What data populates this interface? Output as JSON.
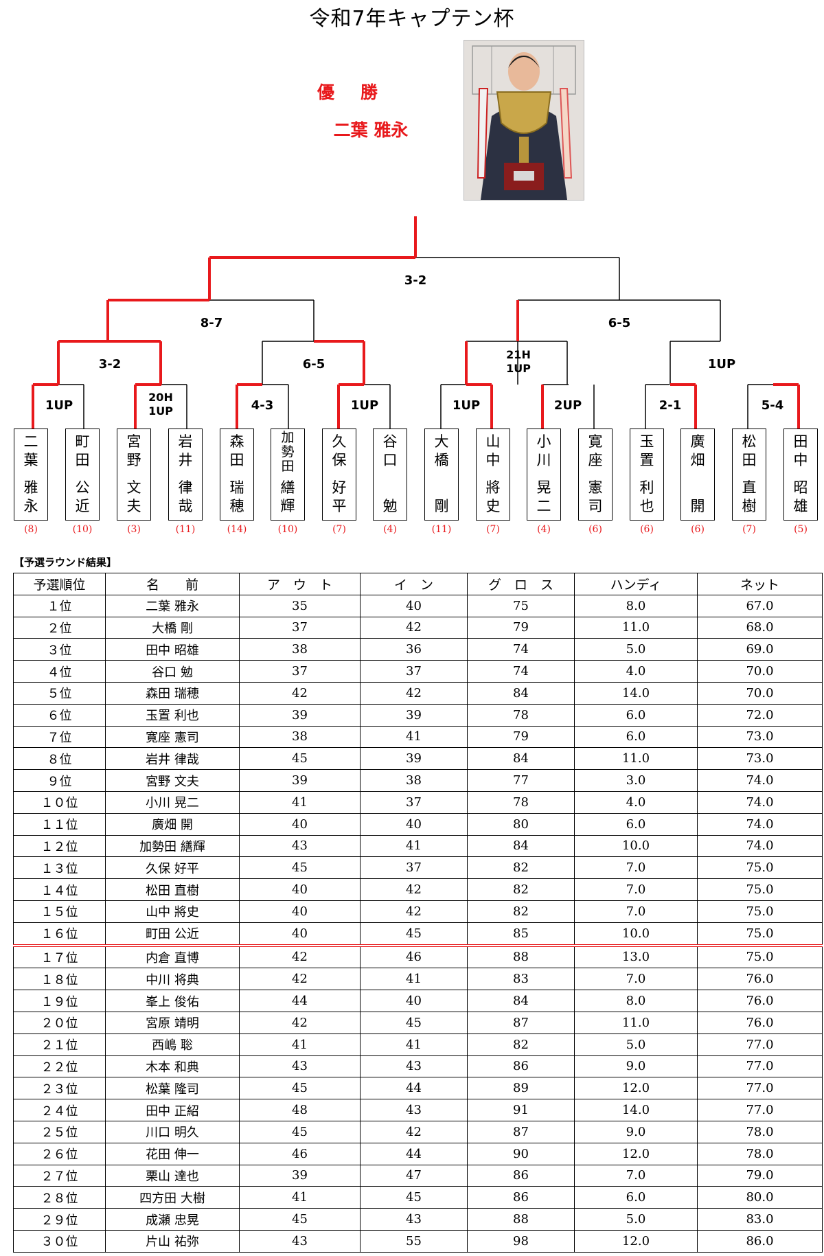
{
  "title": "令和7年キャプテン杯",
  "winner": {
    "label": "優勝",
    "name": "二葉 雅永"
  },
  "bracket": {
    "final_score": "3-2",
    "semi": [
      "8-7",
      "6-5"
    ],
    "quarter": [
      "3-2",
      "6-5",
      "21H\n1UP",
      "1UP"
    ],
    "first_round": [
      "1UP",
      "20H\n1UP",
      "4-3",
      "1UP",
      "1UP",
      "2UP",
      "2-1",
      "5-4"
    ],
    "players": [
      {
        "top": "二葉",
        "bottom": "雅永",
        "seed": "(8)"
      },
      {
        "top": "町田",
        "bottom": "公近",
        "seed": "(10)"
      },
      {
        "top": "宮野",
        "bottom": "文夫",
        "seed": "(3)"
      },
      {
        "top": "岩井",
        "bottom": "律哉",
        "seed": "(11)"
      },
      {
        "top": "森田",
        "bottom": "瑞穂",
        "seed": "(14)"
      },
      {
        "top": "加勢田",
        "bottom": "繕輝",
        "seed": "(10)"
      },
      {
        "top": "久保",
        "bottom": "好平",
        "seed": "(7)"
      },
      {
        "top": "谷口",
        "bottom": "勉",
        "seed": "(4)"
      },
      {
        "top": "大橋",
        "bottom": "剛",
        "seed": "(11)"
      },
      {
        "top": "山中",
        "bottom": "將史",
        "seed": "(7)"
      },
      {
        "top": "小川",
        "bottom": "晃二",
        "seed": "(4)"
      },
      {
        "top": "寛座",
        "bottom": "憲司",
        "seed": "(6)"
      },
      {
        "top": "玉置",
        "bottom": "利也",
        "seed": "(6)"
      },
      {
        "top": "廣畑",
        "bottom": "開",
        "seed": "(6)"
      },
      {
        "top": "松田",
        "bottom": "直樹",
        "seed": "(7)"
      },
      {
        "top": "田中",
        "bottom": "昭雄",
        "seed": "(5)"
      }
    ]
  },
  "results_label": "【予選ラウンド結果】",
  "table": {
    "headers": [
      "予選順位",
      "名　　前",
      "ア　ウ　ト",
      "イ　ン",
      "グ　ロ　ス",
      "ハンディ",
      "ネット"
    ],
    "rows": [
      [
        "１位",
        "二葉 雅永",
        "35",
        "40",
        "75",
        "8.0",
        "67.0"
      ],
      [
        "２位",
        "大橋 剛",
        "37",
        "42",
        "79",
        "11.0",
        "68.0"
      ],
      [
        "３位",
        "田中 昭雄",
        "38",
        "36",
        "74",
        "5.0",
        "69.0"
      ],
      [
        "４位",
        "谷口 勉",
        "37",
        "37",
        "74",
        "4.0",
        "70.0"
      ],
      [
        "５位",
        "森田 瑞穂",
        "42",
        "42",
        "84",
        "14.0",
        "70.0"
      ],
      [
        "６位",
        "玉置 利也",
        "39",
        "39",
        "78",
        "6.0",
        "72.0"
      ],
      [
        "７位",
        "寛座 憲司",
        "38",
        "41",
        "79",
        "6.0",
        "73.0"
      ],
      [
        "８位",
        "岩井 律哉",
        "45",
        "39",
        "84",
        "11.0",
        "73.0"
      ],
      [
        "９位",
        "宮野 文夫",
        "39",
        "38",
        "77",
        "3.0",
        "74.0"
      ],
      [
        "１０位",
        "小川 晃二",
        "41",
        "37",
        "78",
        "4.0",
        "74.0"
      ],
      [
        "１１位",
        "廣畑 開",
        "40",
        "40",
        "80",
        "6.0",
        "74.0"
      ],
      [
        "１２位",
        "加勢田 繕輝",
        "43",
        "41",
        "84",
        "10.0",
        "74.0"
      ],
      [
        "１３位",
        "久保 好平",
        "45",
        "37",
        "82",
        "7.0",
        "75.0"
      ],
      [
        "１４位",
        "松田 直樹",
        "40",
        "42",
        "82",
        "7.0",
        "75.0"
      ],
      [
        "１５位",
        "山中 將史",
        "40",
        "42",
        "82",
        "7.0",
        "75.0"
      ],
      [
        "１６位",
        "町田 公近",
        "40",
        "45",
        "85",
        "10.0",
        "75.0"
      ],
      [
        "１７位",
        "内倉 直博",
        "42",
        "46",
        "88",
        "13.0",
        "75.0"
      ],
      [
        "１８位",
        "中川 将典",
        "42",
        "41",
        "83",
        "7.0",
        "76.0"
      ],
      [
        "１９位",
        "峯上 俊佑",
        "44",
        "40",
        "84",
        "8.0",
        "76.0"
      ],
      [
        "２０位",
        "宮原 靖明",
        "42",
        "45",
        "87",
        "11.0",
        "76.0"
      ],
      [
        "２１位",
        "西嶋 聡",
        "41",
        "41",
        "82",
        "5.0",
        "77.0"
      ],
      [
        "２２位",
        "木本 和典",
        "43",
        "43",
        "86",
        "9.0",
        "77.0"
      ],
      [
        "２３位",
        "松葉 隆司",
        "45",
        "44",
        "89",
        "12.0",
        "77.0"
      ],
      [
        "２４位",
        "田中 正紹",
        "48",
        "43",
        "91",
        "14.0",
        "77.0"
      ],
      [
        "２５位",
        "川口 明久",
        "45",
        "42",
        "87",
        "9.0",
        "78.0"
      ],
      [
        "２６位",
        "花田 伸一",
        "46",
        "44",
        "90",
        "12.0",
        "78.0"
      ],
      [
        "２７位",
        "栗山 達也",
        "39",
        "47",
        "86",
        "7.0",
        "79.0"
      ],
      [
        "２８位",
        "四方田 大樹",
        "41",
        "45",
        "86",
        "6.0",
        "80.0"
      ],
      [
        "２９位",
        "成瀬 忠晃",
        "45",
        "43",
        "88",
        "5.0",
        "83.0"
      ],
      [
        "３０位",
        "片山 祐弥",
        "43",
        "55",
        "98",
        "12.0",
        "86.0"
      ]
    ],
    "cutline_after_row": 16
  },
  "colors": {
    "winner_line": "#e8191c",
    "loser_line": "#000000"
  }
}
